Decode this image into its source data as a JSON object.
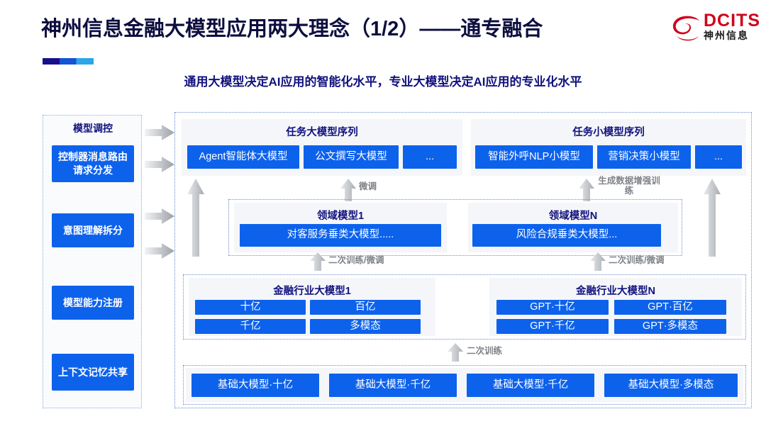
{
  "header": {
    "title": "神州信息金融大模型应用两大理念（1/2）——通专融合",
    "subtitle": "通用大模型决定AI应用的智能化水平，专业大模型决定AI应用的专业化水平",
    "accent_colors": [
      "#1a0f8a",
      "#1452d6",
      "#2ba6e8"
    ],
    "title_color": "#0d0d3f",
    "subtitle_color": "#12127e"
  },
  "logo": {
    "brand": "DCITS",
    "brand_cn": "神州信息",
    "mark_icon": "dcits-swirl-icon",
    "brand_color": "#d0021b"
  },
  "sidebar": {
    "title": "模型调控",
    "items": [
      {
        "label": "控制器消息路由请求分发"
      },
      {
        "label": "意图理解拆分"
      },
      {
        "label": "模型能力注册"
      },
      {
        "label": "上下文记忆共享"
      }
    ]
  },
  "connectors": {
    "side_arrows": [
      {
        "name": "sidebar-arrow-1",
        "icon": "arrow-right-icon"
      },
      {
        "name": "sidebar-arrow-2",
        "icon": "arrow-right-icon"
      },
      {
        "name": "sidebar-arrow-3",
        "icon": "arrow-right-icon"
      },
      {
        "name": "sidebar-arrow-4",
        "icon": "arrow-right-icon"
      }
    ],
    "labels": {
      "fine_tune": "微调",
      "data_aug": "生成数据增强训练",
      "retrain_left": "二次训练/微调",
      "retrain_right": "二次训练/微调",
      "second_train": "二次训练"
    }
  },
  "diagram": {
    "task_large": {
      "title": "任务大模型序列",
      "chips": [
        "Agent智能体大模型",
        "公文撰写大模型",
        "..."
      ]
    },
    "task_small": {
      "title": "任务小模型序列",
      "chips": [
        "智能外呼NLP小模型",
        "营销决策小模型",
        "..."
      ]
    },
    "domain_left": {
      "title": "领域模型1",
      "chips": [
        "对客服务垂类大模型....."
      ]
    },
    "domain_right": {
      "title": "领域模型N",
      "chips": [
        "风险合规垂类大模型..."
      ]
    },
    "industry_left": {
      "title": "金融行业大模型1",
      "chips": [
        "十亿",
        "百亿",
        "千亿",
        "多模态"
      ]
    },
    "industry_right": {
      "title": "金融行业大模型N",
      "chips": [
        "GPT·十亿",
        "GPT·百亿",
        "GPT·千亿",
        "GPT·多模态"
      ]
    },
    "foundation": {
      "chips": [
        "基础大模型·十亿",
        "基础大模型·千亿",
        "基础大模型·千亿",
        "基础大模型·多模态"
      ]
    }
  },
  "theme": {
    "chip_blue": "#0d62ec",
    "panel_gray": "#f4f6f9",
    "dotted_border": "#6b8ccf",
    "arrow_gray": "#b9bcc1"
  }
}
